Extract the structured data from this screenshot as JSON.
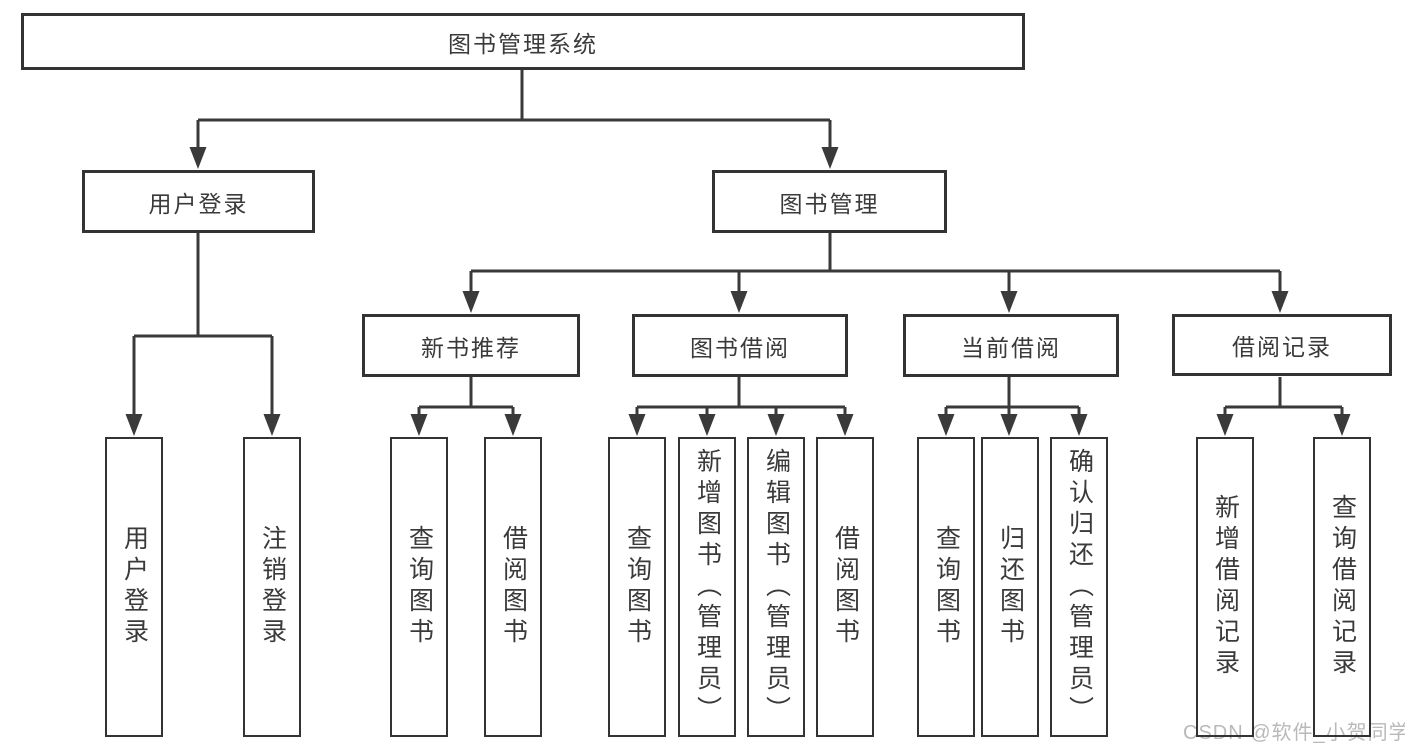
{
  "diagram": {
    "type": "hierarchy-tree",
    "tree": {
      "label": "图书管理系统",
      "children": [
        {
          "label": "用户登录",
          "children": [
            {
              "label": "用户登录"
            },
            {
              "label": "注销登录"
            }
          ]
        },
        {
          "label": "图书管理",
          "children": [
            {
              "label": "新书推荐",
              "children": [
                {
                  "label": "查询图书"
                },
                {
                  "label": "借阅图书"
                }
              ]
            },
            {
              "label": "图书借阅",
              "children": [
                {
                  "label": "查询图书"
                },
                {
                  "label": "新增图书（管理员）"
                },
                {
                  "label": "编辑图书（管理员）"
                },
                {
                  "label": "借阅图书"
                }
              ]
            },
            {
              "label": "当前借阅",
              "children": [
                {
                  "label": "查询图书"
                },
                {
                  "label": "归还图书"
                },
                {
                  "label": "确认归还（管理员）"
                }
              ]
            },
            {
              "label": "借阅记录",
              "children": [
                {
                  "label": "新增借阅记录"
                },
                {
                  "label": "查询借阅记录"
                }
              ]
            }
          ]
        }
      ]
    },
    "colors": {
      "line": "#3a3a3a",
      "box_border": "#333333",
      "text": "#3a3a3a",
      "watermark": "#b9b9b9",
      "background": "#ffffff"
    }
  },
  "watermark": {
    "text": "CSDN @软件_小贺同学"
  }
}
